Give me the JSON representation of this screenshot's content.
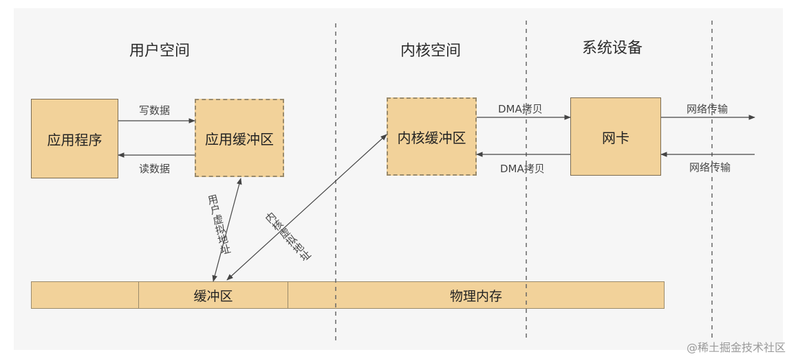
{
  "sections": {
    "user_space": "用户空间",
    "kernel_space": "内核空间",
    "system_device": "系统设备"
  },
  "boxes": {
    "app_program": "应用程序",
    "app_buffer": "应用缓冲区",
    "kernel_buffer": "内核缓冲区",
    "nic": "网卡"
  },
  "arrow_labels": {
    "write_data": "写数据",
    "read_data": "读数据",
    "dma_copy_top": "DMA拷贝",
    "dma_copy_bottom": "DMA拷贝",
    "net_top": "网络传输",
    "net_bottom": "网络传输",
    "user_virtual_addr": "用户虚拟地址",
    "kernel_virtual_addr": "内核虚拟地址"
  },
  "memory_bar": {
    "buffer": "缓冲区",
    "physical": "物理内存"
  },
  "watermark": "@稀土掘金技术社区",
  "colors": {
    "box_fill": "#f2d29a",
    "panel_bg": "#f6f6f6",
    "arrow": "#444444"
  }
}
